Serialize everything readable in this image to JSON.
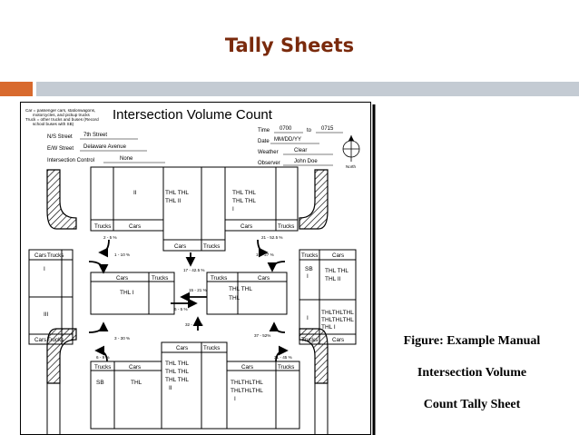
{
  "slide": {
    "title": "Tally Sheets",
    "caption_lines": [
      "Figure: Example Manual",
      "Intersection Volume",
      "Count Tally Sheet"
    ],
    "colors": {
      "title": "#7a2a0c",
      "accent_bar": "#d86a2e",
      "rule_bar": "#c4cbd3"
    }
  },
  "sheet": {
    "note": [
      "Car = passenger cars, stationwagons,",
      "motorcycles, and pickup trucks",
      "Truck = other trucks and buses (Record",
      "school buses with SB)"
    ],
    "heading": "Intersection Volume Count",
    "fields": {
      "ns_label": "N/S Street",
      "ns_value": "7th Street",
      "ew_label": "E/W Street",
      "ew_value": "Delaware Avenue",
      "control_label": "Intersection Control",
      "control_value": "None",
      "time_label": "Time",
      "time_from": "0700",
      "time_to_label": "to",
      "time_to": "0715",
      "date_label": "Date",
      "date_value": "MM/DD/YY",
      "weather_label": "Weather",
      "weather_value": "Clear",
      "observer_label": "Observer",
      "observer_value": "John Doe",
      "north_label": "North"
    },
    "headers": {
      "cars": "Cars",
      "trucks": "Trucks",
      "sb": "SB"
    },
    "tallies": {
      "north_left": "II",
      "north_mid": [
        "THL THL",
        "THL II"
      ],
      "north_right": [
        "THL THL",
        "THL THL",
        "I"
      ],
      "west_top": "I",
      "west_bottom": "III",
      "center_left": "THL I",
      "center_right": [
        "THL THL",
        "THL"
      ],
      "east_top": [
        "THL THL",
        "THL II"
      ],
      "east_sb_top": "I",
      "east_bottom": [
        "THLTHLTHL",
        "THLTHLTHL",
        "THL I"
      ],
      "east_sb_bottom": "I",
      "south_left": "THL",
      "south_mid": [
        "THL THL",
        "THL THL",
        "THL THL",
        "II"
      ],
      "south_right": [
        "THLTHLTHL",
        "THLTHLTHL",
        "I"
      ]
    },
    "percents": {
      "p_2_5": "2 - 5 %",
      "p_21_52": "21 - 52.5 %",
      "p_1_10": "1 - 10 %",
      "p_17_42": "17 - 42.5 %",
      "p_19_27": "19 - 27 %",
      "p_15_21": "15 - 21 %",
      "p_6_5": "6 - 5 %",
      "p_32_46": "32 - 46 %",
      "p_3_30": "3 - 30 %",
      "p_37_52": "37 - 52%",
      "p_6_9": "6 - 9 %",
      "p_31_45": "31 - 45 %"
    }
  }
}
